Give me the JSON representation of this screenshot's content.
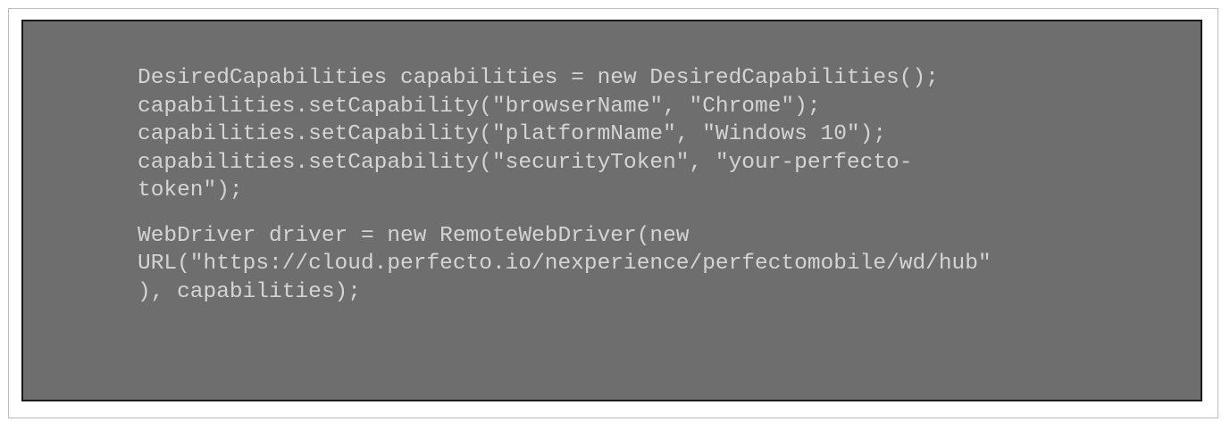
{
  "code": {
    "block1": [
      "DesiredCapabilities capabilities = new DesiredCapabilities();",
      "capabilities.setCapability(\"browserName\", \"Chrome\");",
      "capabilities.setCapability(\"platformName\", \"Windows 10\");",
      "capabilities.setCapability(\"securityToken\", \"your-perfecto-",
      "token\");"
    ],
    "block2": [
      "WebDriver driver = new RemoteWebDriver(new",
      "URL(\"https://cloud.perfecto.io/nexperience/perfectomobile/wd/hub\"",
      "), capabilities);"
    ]
  },
  "colors": {
    "panel_background": "#6e6e6e",
    "panel_border": "#1a1a1a",
    "code_text": "#d4d4d4"
  }
}
